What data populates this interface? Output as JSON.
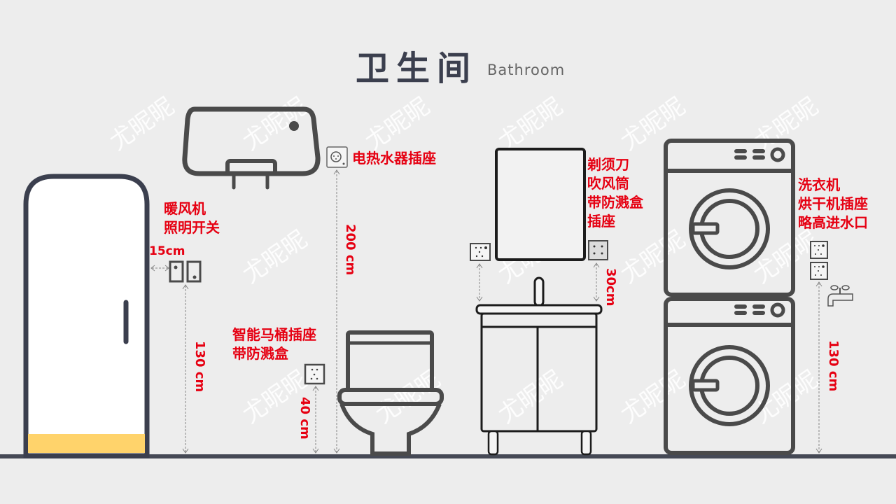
{
  "header": {
    "title": "卫生间",
    "subtitle": "Bathroom"
  },
  "colors": {
    "background": "#ededed",
    "icon_stroke": "#4a4a4a",
    "door_stroke": "#3b3f4e",
    "floor": "#454955",
    "label_red": "#e60012",
    "door_accent": "#ffd36b"
  },
  "watermark": "尤昵昵",
  "fixtures": [
    {
      "name": "door",
      "icon": "door-icon"
    },
    {
      "name": "water-heater",
      "icon": "water-heater-icon"
    },
    {
      "name": "toilet",
      "icon": "toilet-icon"
    },
    {
      "name": "vanity-with-mirror",
      "icon": "sink-cabinet-icon"
    },
    {
      "name": "stacked-washer-dryer",
      "icon": "washing-machine-icon"
    }
  ],
  "labels": {
    "switch": [
      "暖风机",
      "照明开关"
    ],
    "switch_offset": "15cm",
    "switch_height": "130 cm",
    "heater_socket": "电热水器插座",
    "heater_height": "200 cm",
    "toilet_socket": [
      "智能马桶插座",
      "带防溅盒"
    ],
    "toilet_height": "40 cm",
    "mirror_socket": [
      "剃须刀",
      "吹风筒",
      "带防溅盒",
      "插座"
    ],
    "mirror_height": "30cm",
    "washer_socket": [
      "洗衣机",
      "烘干机插座",
      "略高进水口"
    ],
    "washer_height": "130 cm"
  }
}
